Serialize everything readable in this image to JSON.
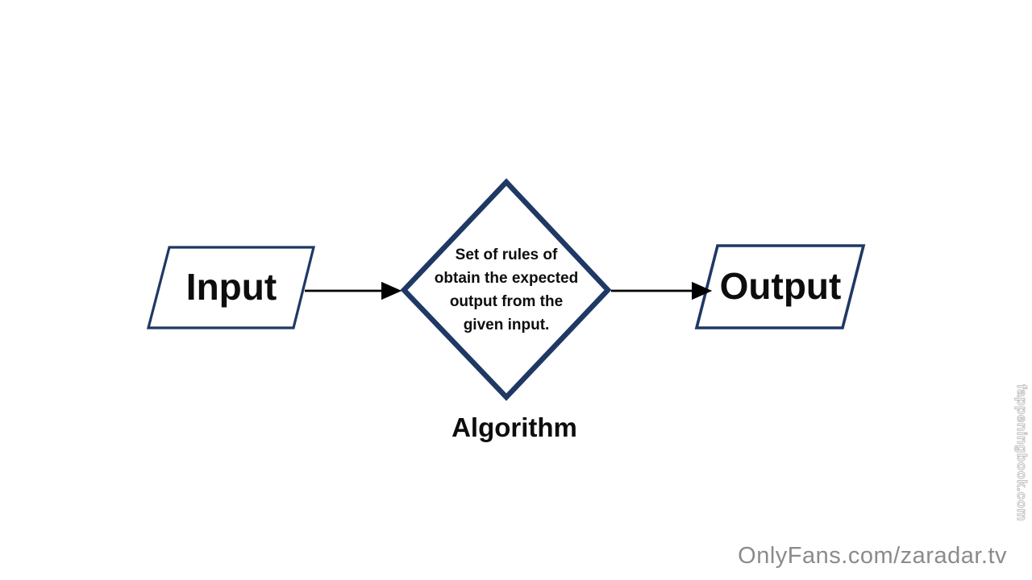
{
  "diagram": {
    "input": {
      "label": "Input"
    },
    "process": {
      "lines": [
        "Set of rules of",
        "obtain the expected",
        "output from the",
        "given input."
      ],
      "caption": "Algorithm"
    },
    "output": {
      "label": "Output"
    },
    "colors": {
      "shape_border": "#1f3864",
      "arrow": "#000000",
      "text": "#0d0d0d",
      "watermark_gray": "#8b8b8b",
      "watermark_outline": "#c4c4c4"
    }
  },
  "watermarks": {
    "bottom": "OnlyFans.com/zaradar.tv",
    "side": "fappeningbook.com"
  }
}
